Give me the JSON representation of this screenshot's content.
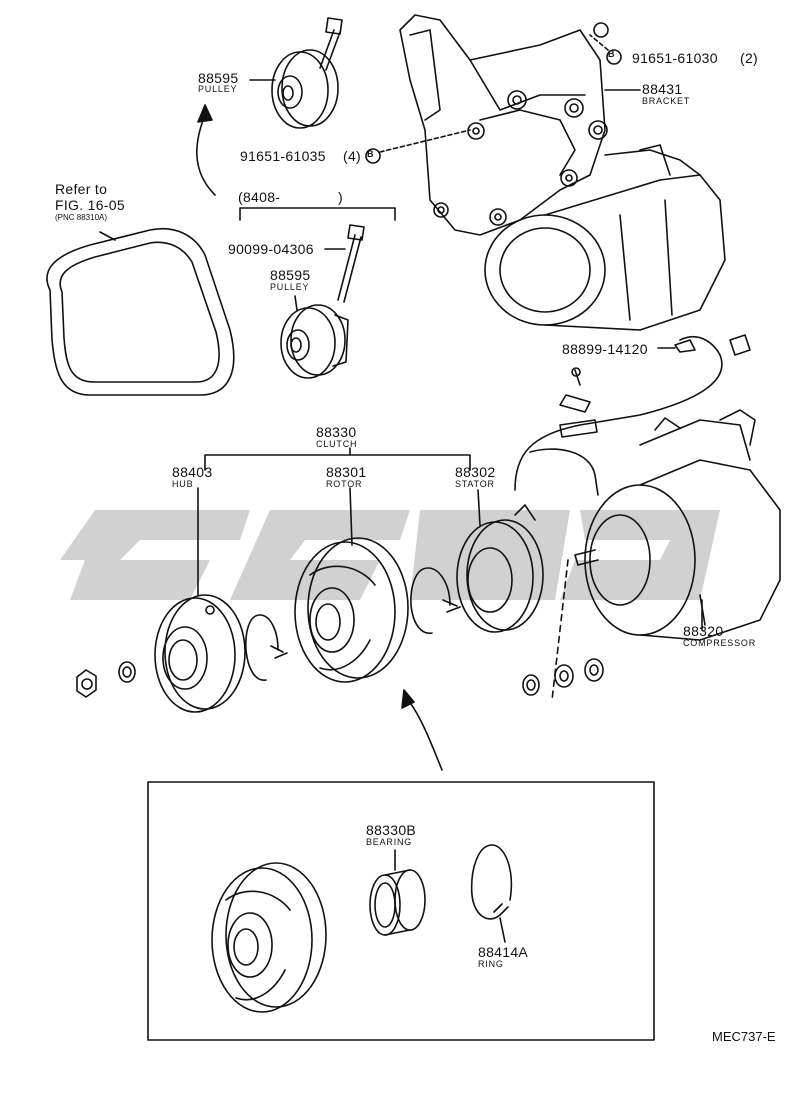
{
  "watermark": {
    "text": "",
    "color": "#c8c8c8"
  },
  "drawing_code": "MEC737-E",
  "labels": {
    "pulley_top_num": "88595",
    "pulley_top_name": "PULLEY",
    "bolt_b2": "91651-61030",
    "bolt_b2_qty": "(2)",
    "bracket_num": "88431",
    "bracket_name": "BRACKET",
    "bolt_b4": "91651-61035",
    "bolt_b4_qty": "(4)",
    "callout_b": "B",
    "refer_1": "Refer to",
    "refer_2": "FIG. 16-05",
    "refer_3": "(PNC 88310A)",
    "date_range": "(8408-",
    "date_range_end": ")",
    "bolt_num": "90099-04306",
    "pulley_mid_num": "88595",
    "pulley_mid_name": "PULLEY",
    "wire_num": "88899-14120",
    "clutch_num": "88330",
    "clutch_name": "CLUTCH",
    "hub_num": "88403",
    "hub_name": "HUB",
    "rotor_num": "88301",
    "rotor_name": "ROTOR",
    "stator_num": "88302",
    "stator_name": "STATOR",
    "compressor_num": "88320",
    "compressor_name": "COMPRESSOR",
    "bearing_num": "88330B",
    "bearing_name": "BEARING",
    "ring_num": "88414A",
    "ring_name": "RING"
  }
}
